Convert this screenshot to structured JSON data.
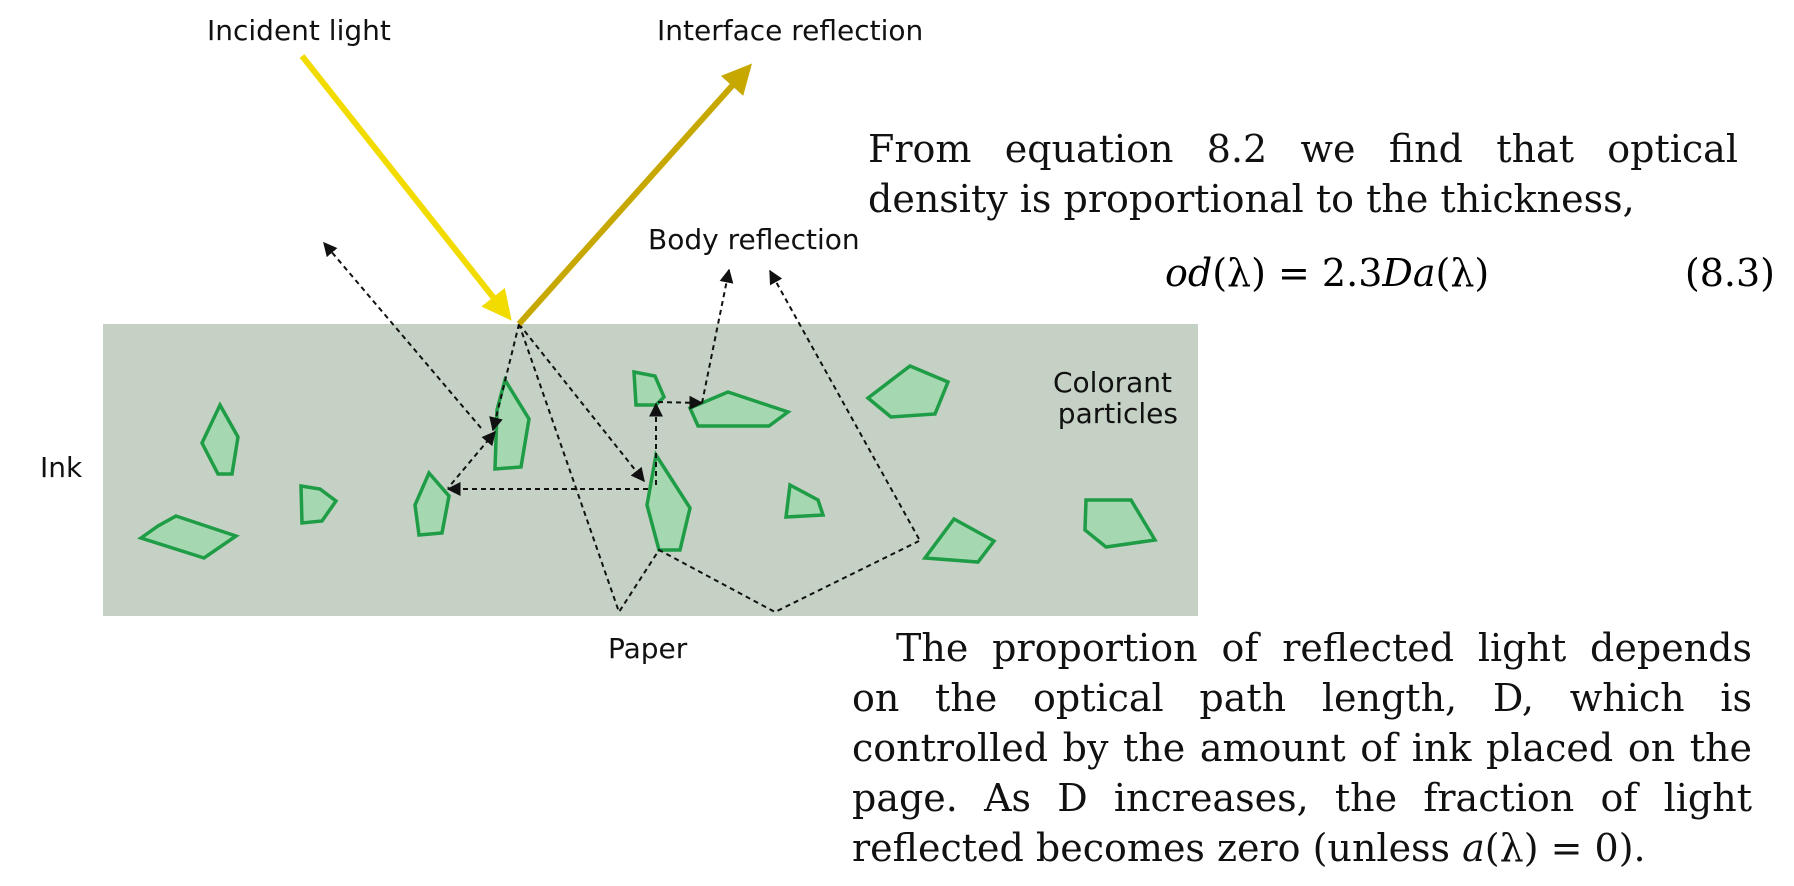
{
  "diagram": {
    "labels": {
      "incident": "Incident light",
      "interface": "Interface reflection",
      "body": "Body reflection",
      "colorant": [
        "Colorant",
        "particles"
      ],
      "ink": "Ink",
      "paper": "Paper"
    },
    "colors": {
      "ink_layer": "#c5d1c4",
      "particle_fill": "#a5d8b1",
      "particle_stroke": "#1f9c46",
      "incident_ray": "#f2dc00",
      "interface_ray": "#c7a800",
      "scatter_path": "#111111"
    }
  },
  "text": {
    "para1": "From equation 8.2 we find that optical density is proportional to the thickness,",
    "equation": {
      "lhs_fn": "od",
      "lhs_arg": "(λ)",
      "eq": " = 2.3",
      "rhs_D": "D",
      "rhs_a": "a",
      "rhs_arg": "(λ)",
      "number": "(8.3)"
    },
    "para2_pre": "The proportion of reflected light depends on the optical path length, D, which is controlled by the amount of ink placed on the page. As D increases, the fraction of light reflected becomes zero (unless ",
    "para2_a": "a",
    "para2_post": "(λ) = 0)."
  }
}
